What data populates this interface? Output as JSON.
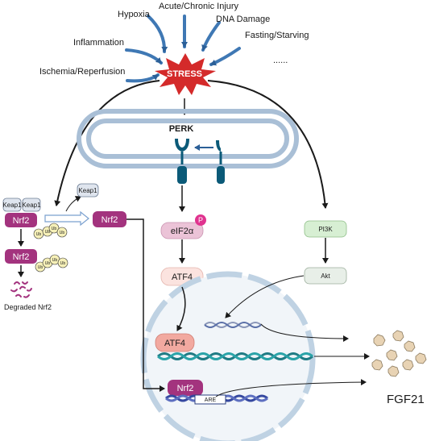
{
  "stimuli": {
    "hypoxia": "Hypoxia",
    "acute_chronic_injury": "Acute/Chronic Injury",
    "dna_damage": "DNA Damage",
    "inflammation": "Inflammation",
    "fasting_starving": "Fasting/Starving",
    "ischemia_reperfusion": "Ischemia/Reperfusion",
    "ellipsis": "......"
  },
  "stress_label": "STRESS",
  "perk_label": "PERK",
  "keap1_label": "Keap1",
  "nrf2_label": "Nrf2",
  "ub_label": "Ub",
  "degraded_nrf2": "Degraded Nrf2",
  "eif2a_label": "eIF2α",
  "phospho_label": "P",
  "atf4_label": "ATF4",
  "pi3k_label": "PI3K",
  "akt_label": "Akt",
  "are_label": "ARE",
  "fgf21_label": "FGF21",
  "colors": {
    "nrf2": "#a3337e",
    "arrow_blue": "#2b5f97",
    "stress_red": "#d42a2a",
    "perk_teal": "#0b5a78",
    "atf4": "#f2a9a0",
    "eif2a": "#ebc3d7",
    "pi3k": "#d7efd3",
    "dna_teal": "#1f7b84",
    "dna_blue": "#3548a0",
    "er": "#a9bfd6",
    "nucleus": "#bfd2e3"
  }
}
